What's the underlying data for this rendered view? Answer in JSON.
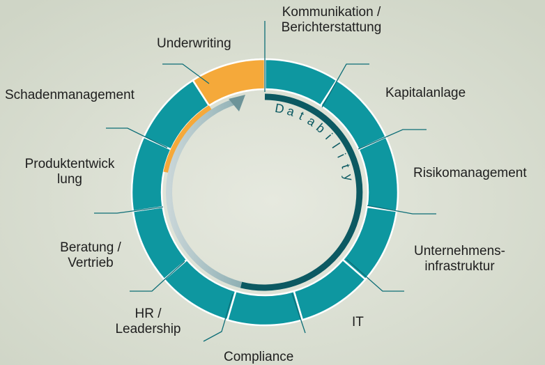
{
  "segments": [
    {
      "label": "Kommunikation /\nBerichterstattung"
    },
    {
      "label": "Kapitalanlage"
    },
    {
      "label": "Risikomanagement"
    },
    {
      "label": "Unternehmens-\ninfrastruktur"
    },
    {
      "label": "IT"
    },
    {
      "label": "Compliance"
    },
    {
      "label": "HR /\nLeadership"
    },
    {
      "label": "Beratung /\nVertrieb"
    },
    {
      "label": "Produktentwick\nlung"
    },
    {
      "label": "Schadenmanagement"
    },
    {
      "label": "Underwriting"
    }
  ],
  "center_word": "Datability",
  "colors": {
    "ring": "#0e97a0",
    "highlight": "#f5a93a",
    "inner_arrow_dark": "#0c5962",
    "inner_arrow_light": "#c4d2d4",
    "background": "#d9ddd2"
  }
}
